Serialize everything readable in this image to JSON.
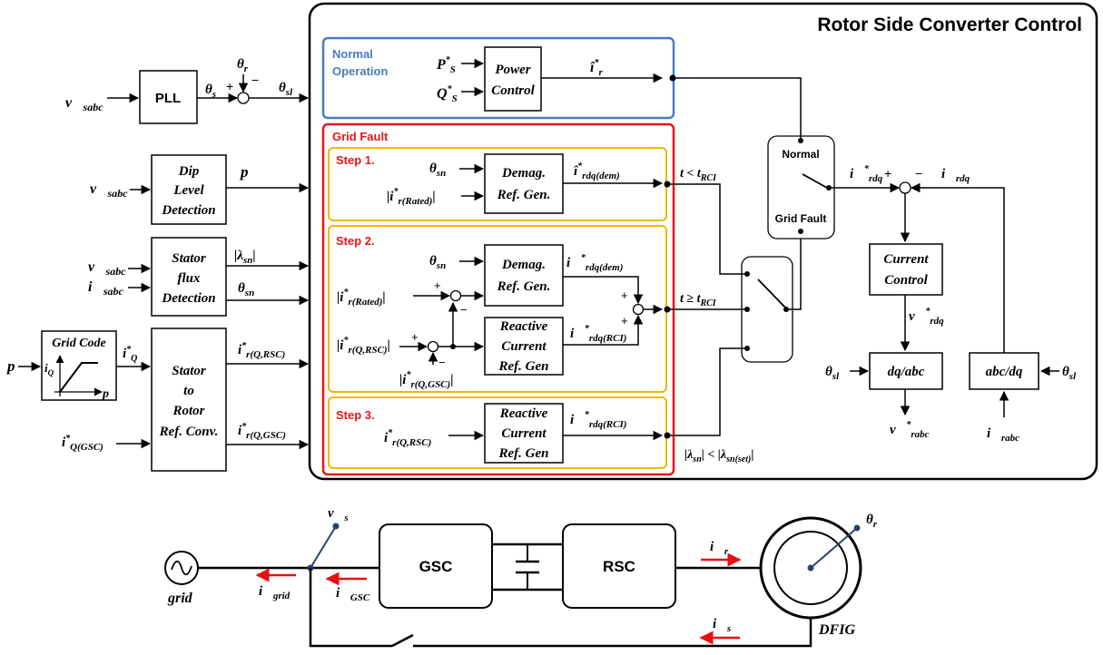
{
  "title": "Rotor Side Converter Control",
  "sections": {
    "normal": "Normal",
    "operation": "Operation",
    "grid_fault": "Grid Fault",
    "step1": "Step 1.",
    "step2": "Step 2.",
    "step3": "Step 3."
  },
  "blocks": {
    "pll": "PLL",
    "dip": [
      "Dip",
      "Level",
      "Detection"
    ],
    "stator_flux": [
      "Stator",
      "flux",
      "Detection"
    ],
    "grid_code": "Grid Code",
    "stator_rotor": [
      "Stator",
      "to",
      "Rotor",
      "Ref. Conv."
    ],
    "power_control": [
      "Power",
      "Control"
    ],
    "demag": [
      "Demag.",
      "Ref. Gen."
    ],
    "reactive": [
      "Reactive",
      "Current",
      "Ref. Gen"
    ],
    "switch_normal": "Normal",
    "switch_fault": "Grid Fault",
    "current_control": [
      "Current",
      "Control"
    ],
    "dq_abc": "dq/abc",
    "abc_dq": "abc/dq",
    "gsc": "GSC",
    "rsc": "RSC"
  },
  "signals": {
    "v_sabc": "v⃗sabc",
    "p": "p",
    "i_sabc": "i⃗sabc",
    "theta_r": "θr",
    "theta_s": "θs",
    "theta_sl": "θsl",
    "theta_sn": "θsn",
    "lambda_sn": "|λsn|",
    "iQ_star": "i*Q",
    "iQ_gsc": "i*Q(GSC)",
    "ir_Q_rsc": "i*r(Q,RSC)",
    "ir_Q_gsc": "i*r(Q,GSC)",
    "ir_rated": "|i*r(Rated)|",
    "P_s": "P*S",
    "Q_s": "Q*S",
    "ir_hat": "î*r",
    "ir_dem_hat": "î*rdq(dem)",
    "ir_dem": "i⃗*rdq(dem)",
    "ir_rci": "i⃗*rdq(RCI)",
    "t_lt": "t < tRCI",
    "t_ge": "t ≥ tRCI",
    "lambda_cond": "|λsn| < |λsn(set)|",
    "ir_rdq_star": "i⃗*rdq",
    "ir_rdq": "i⃗rdq",
    "v_rdq_star": "v⃗*rdq",
    "v_rabc_star": "v⃗*rabc",
    "i_rabc": "i⃗rabc",
    "v_s": "v⃗s",
    "i_grid": "i⃗grid",
    "i_gsc": "i⃗GSC",
    "i_r": "i⃗r",
    "i_s": "i⃗s",
    "grid": "grid",
    "dfig": "DFIG",
    "iQ_axis": "iQ",
    "p_axis": "p"
  },
  "colors": {
    "normal_box": "#4a7bbf",
    "fault_box": "#e8151a",
    "step_box": "#f0b800",
    "arrow_red": "#e81010",
    "switch_blue": "#2b4170"
  }
}
